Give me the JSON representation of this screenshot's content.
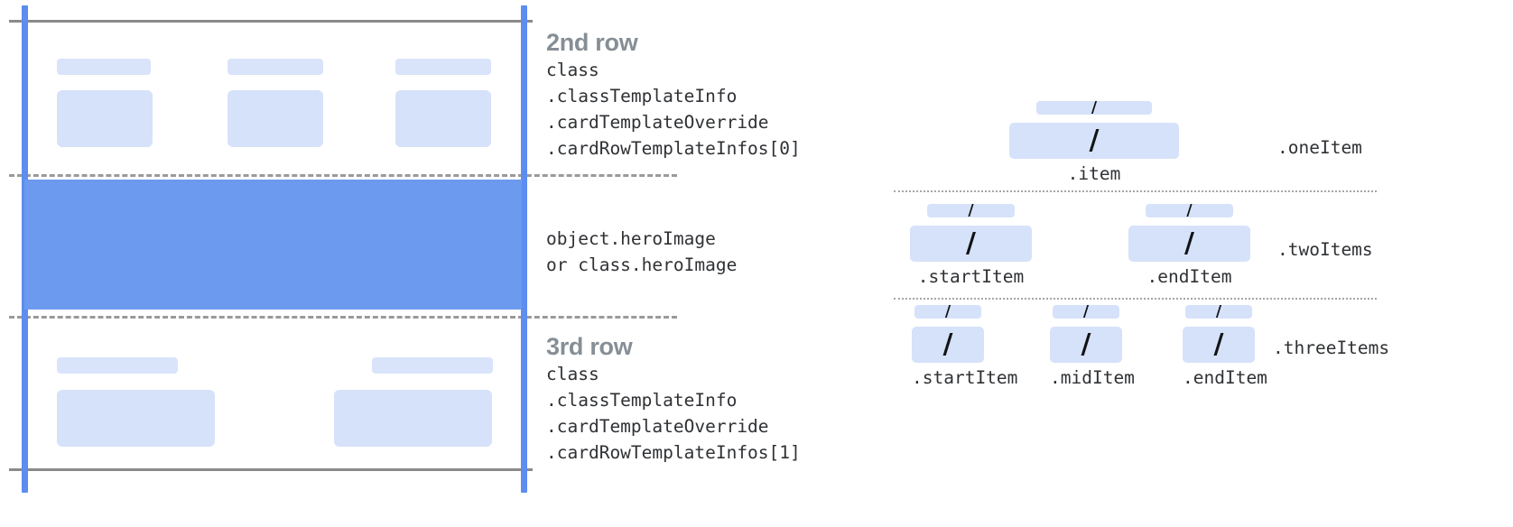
{
  "card_diagram": {
    "rows": [
      {
        "title": "2nd row",
        "code": "class\n.classTemplateInfo\n.cardTemplateOverride\n.cardRowTemplateInfos[0]"
      },
      {
        "title": "",
        "code": "object.heroImage\nor class.heroImage"
      },
      {
        "title": "3rd row",
        "code": "class\n.classTemplateInfo\n.cardTemplateOverride\n.cardRowTemplateInfos[1]"
      }
    ]
  },
  "item_layouts": {
    "one_item": {
      "row_label": ".oneItem",
      "slots": [
        {
          "label": ".item",
          "glyph": "/"
        }
      ]
    },
    "two_items": {
      "row_label": ".twoItems",
      "slots": [
        {
          "label": ".startItem",
          "glyph": "/"
        },
        {
          "label": ".endItem",
          "glyph": "/"
        }
      ]
    },
    "three_items": {
      "row_label": ".threeItems",
      "slots": [
        {
          "label": ".startItem",
          "glyph": "/"
        },
        {
          "label": ".midItem",
          "glyph": "/"
        },
        {
          "label": ".endItem",
          "glyph": "/"
        }
      ]
    }
  },
  "colors": {
    "hero_blue": "#6b9aee",
    "rail_blue": "#5c8def",
    "placeholder_blue": "#d6e2f9",
    "rule_grey": "#8a8a8a",
    "title_grey": "#868e96",
    "code_ink": "#2f3134"
  }
}
